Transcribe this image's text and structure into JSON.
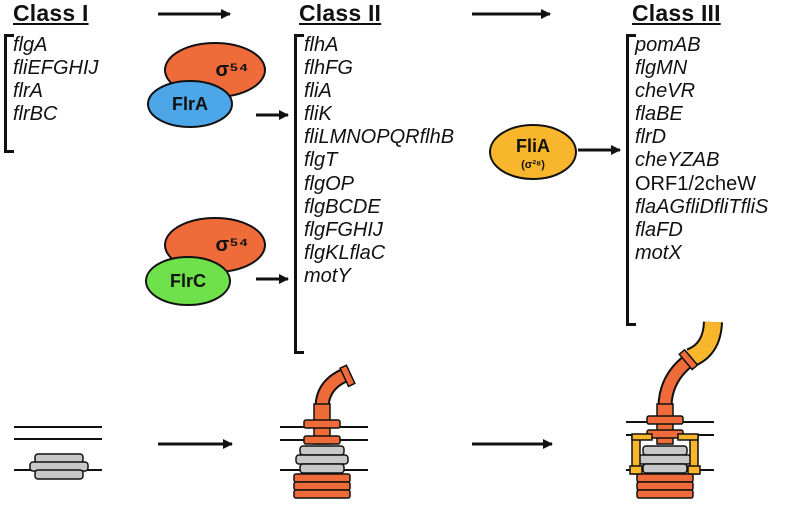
{
  "classes": [
    {
      "title": "Class I",
      "genes": [
        "flgA",
        "fliEFGHIJ",
        "flrA",
        "flrBC"
      ]
    },
    {
      "title": "Class II",
      "genes": [
        "flhA",
        "flhFG",
        "fliA",
        "fliK",
        "fliLMNOPQRflhB",
        "flgT",
        "flgOP",
        "flgBCDE",
        "flgFGHIJ",
        "flgKLflaC",
        "motY"
      ]
    },
    {
      "title": "Class III",
      "genes": [
        "pomAB",
        "flgMN",
        "cheVR",
        "flaBE",
        "flrD",
        "cheYZAB",
        "ORF1/2cheW",
        "flaAGfliDfliTfliS",
        "flaFD",
        "motX"
      ]
    }
  ],
  "regulators": {
    "sigma54_label": "σ⁵⁴",
    "flra_label": "FlrA",
    "flrc_label": "FlrC",
    "flia_label": "FliA",
    "flia_sub": "(σ²⁸)"
  },
  "colors": {
    "sigma54": "#ef6b3a",
    "flra": "#4da6e8",
    "flrc": "#6ee04a",
    "flia": "#f8b62d",
    "structure_orange": "#ef6b3a",
    "structure_gray": "#c8c8c8",
    "structure_yellow": "#f8b62d"
  }
}
